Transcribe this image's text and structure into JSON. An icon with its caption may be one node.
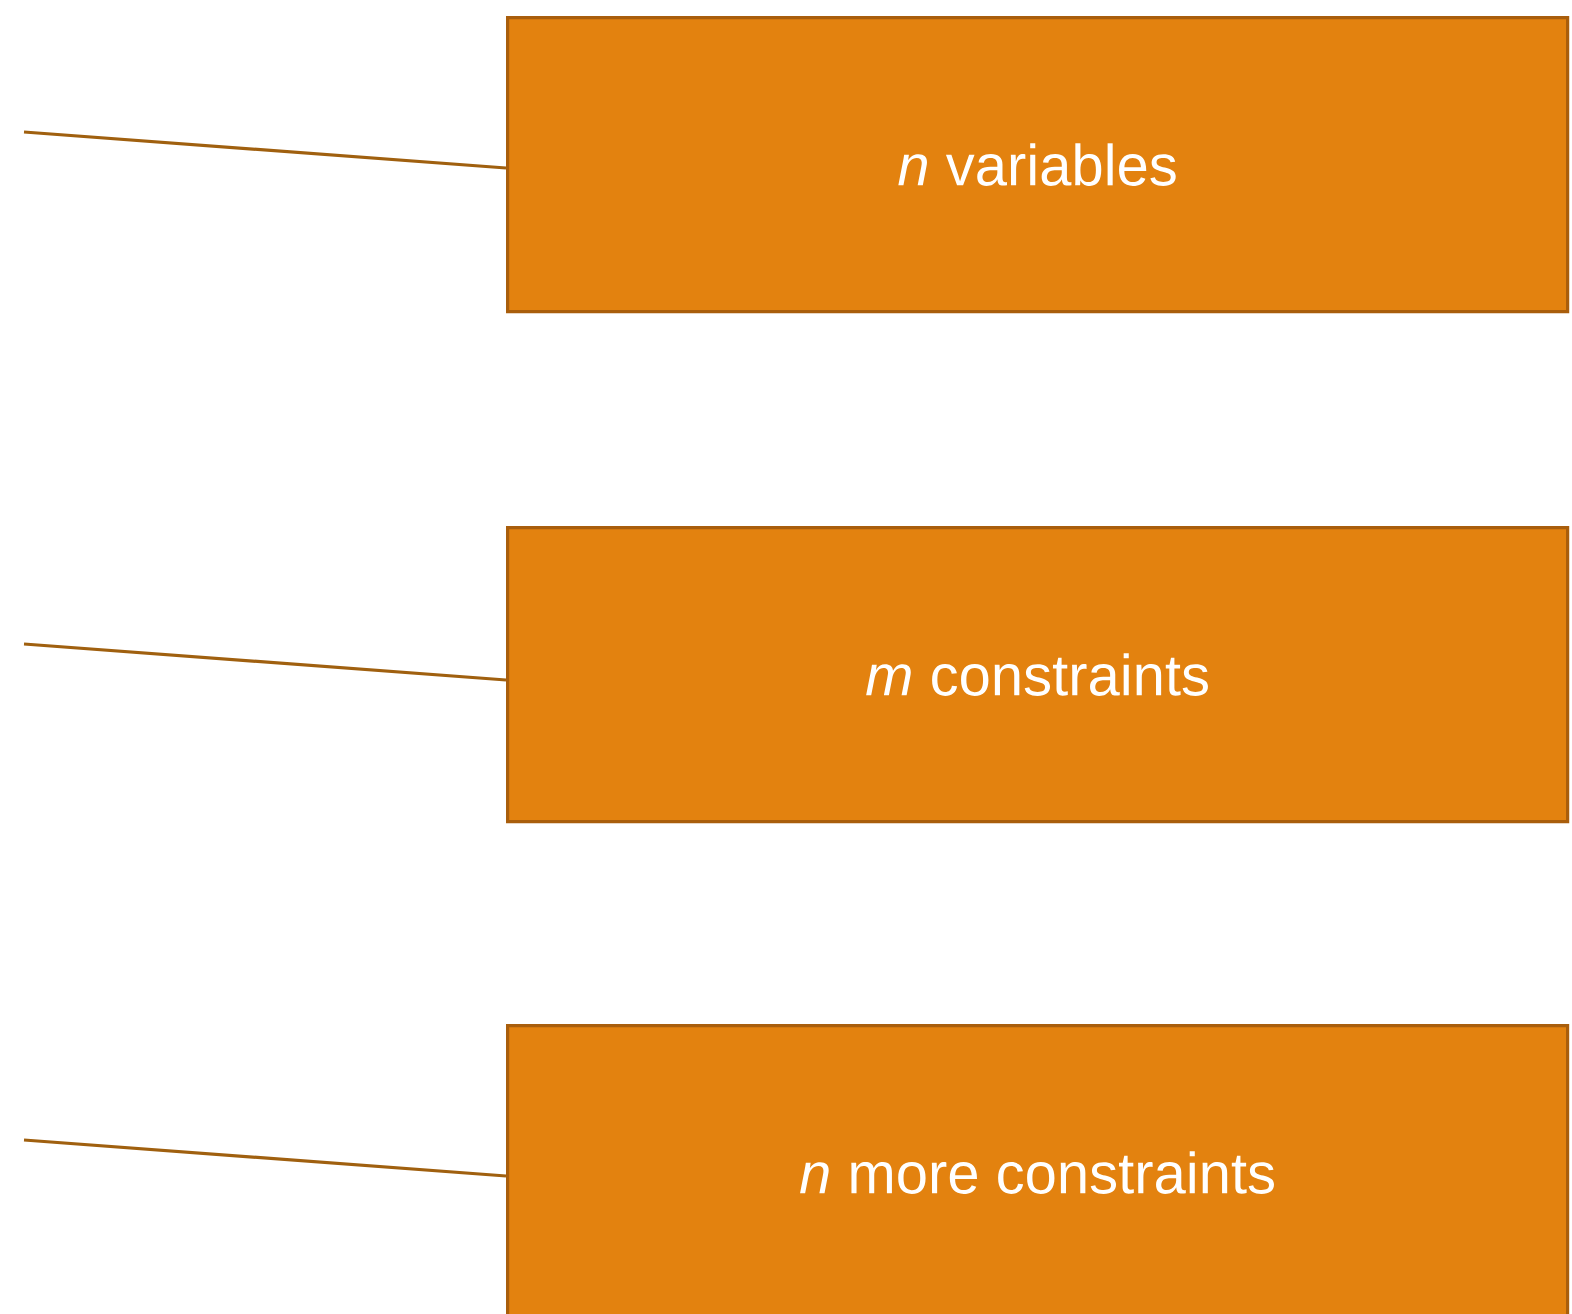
{
  "diagram": {
    "nodes": [
      {
        "text": [
          "*n* variables"
        ]
      },
      {
        "text": [
          "*m* constraints"
        ]
      },
      {
        "text": [
          "*n* more constraints"
        ]
      }
    ],
    "edges": [
      {
        "from": null,
        "to": 0,
        "arrow": "none"
      },
      {
        "from": null,
        "to": 1,
        "arrow": "none"
      },
      {
        "from": null,
        "to": 2,
        "arrow": "none"
      }
    ]
  }
}
